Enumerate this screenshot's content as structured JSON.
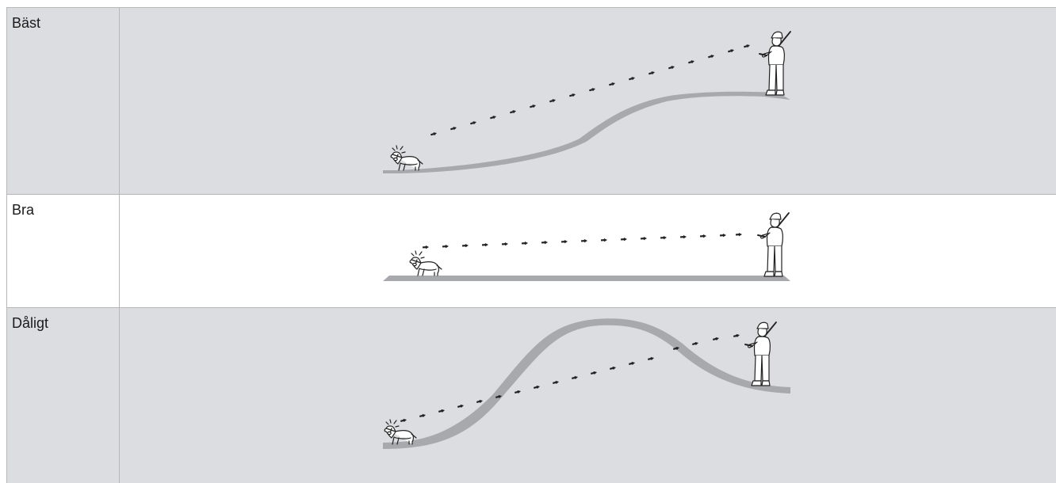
{
  "rows": [
    {
      "label": "Bäst"
    },
    {
      "label": "Bra"
    },
    {
      "label": "Dåligt"
    }
  ],
  "colors": {
    "shaded_row": "#dcdde0",
    "white_row": "#ffffff",
    "terrain": "#a8a9ad",
    "line_art": "#222222",
    "border": "#b7b7b7"
  },
  "icons": [
    "dog-with-collar-icon",
    "hunter-with-handheld-icon",
    "signal-arrow-icon"
  ]
}
